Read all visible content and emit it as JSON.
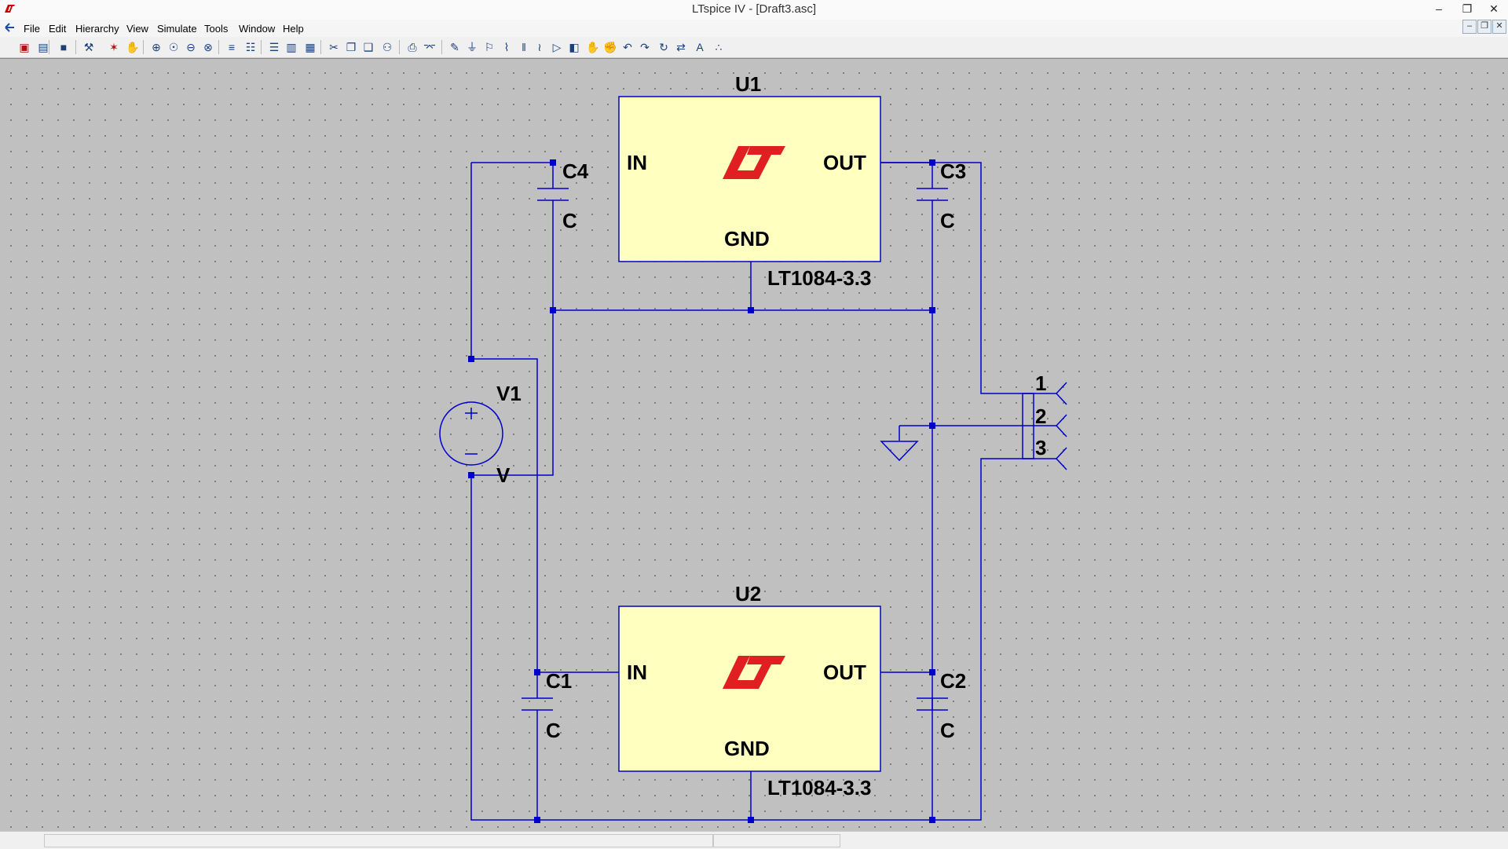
{
  "window": {
    "title": "LTspice IV - [Draft3.asc]"
  },
  "menu": [
    "File",
    "Edit",
    "Hierarchy",
    "View",
    "Simulate",
    "Tools",
    "Window",
    "Help"
  ],
  "toolbar": {
    "icons": [
      "new-schematic-icon",
      "open-icon",
      "save-icon",
      "control-panel-icon",
      "run-icon",
      "halt-icon",
      "zoom-in-icon",
      "pan-icon",
      "zoom-out-icon",
      "zoom-fit-icon",
      "autorange-icon",
      "waveform-icon",
      "tile-horizontal-icon",
      "tile-vertical-icon",
      "cascade-icon",
      "cut-icon",
      "copy-icon",
      "paste-icon",
      "find-icon",
      "print-icon",
      "print-setup-icon",
      "wire-icon",
      "ground-icon",
      "label-net-icon",
      "resistor-icon",
      "capacitor-icon",
      "inductor-icon",
      "diode-icon",
      "component-icon",
      "move-icon",
      "drag-icon",
      "undo-icon",
      "redo-icon",
      "rotate-icon",
      "mirror-icon",
      "text-icon",
      "spice-directive-icon"
    ]
  },
  "schematic": {
    "u1": {
      "name": "U1",
      "in": "IN",
      "out": "OUT",
      "gnd": "GND",
      "value": "LT1084-3.3"
    },
    "u2": {
      "name": "U2",
      "in": "IN",
      "out": "OUT",
      "gnd": "GND",
      "value": "LT1084-3.3"
    },
    "c1": {
      "name": "C1",
      "value": "C"
    },
    "c2": {
      "name": "C2",
      "value": "C"
    },
    "c3": {
      "name": "C3",
      "value": "C"
    },
    "c4": {
      "name": "C4",
      "value": "C"
    },
    "v1": {
      "name": "V1",
      "value": "V"
    },
    "connector": {
      "pin1": "1",
      "pin2": "2",
      "pin3": "3"
    }
  },
  "colors": {
    "wire": "#0000cc",
    "component_fill": "#ffffc0",
    "logo": "#e02020",
    "canvas": "#c0c0c0"
  }
}
